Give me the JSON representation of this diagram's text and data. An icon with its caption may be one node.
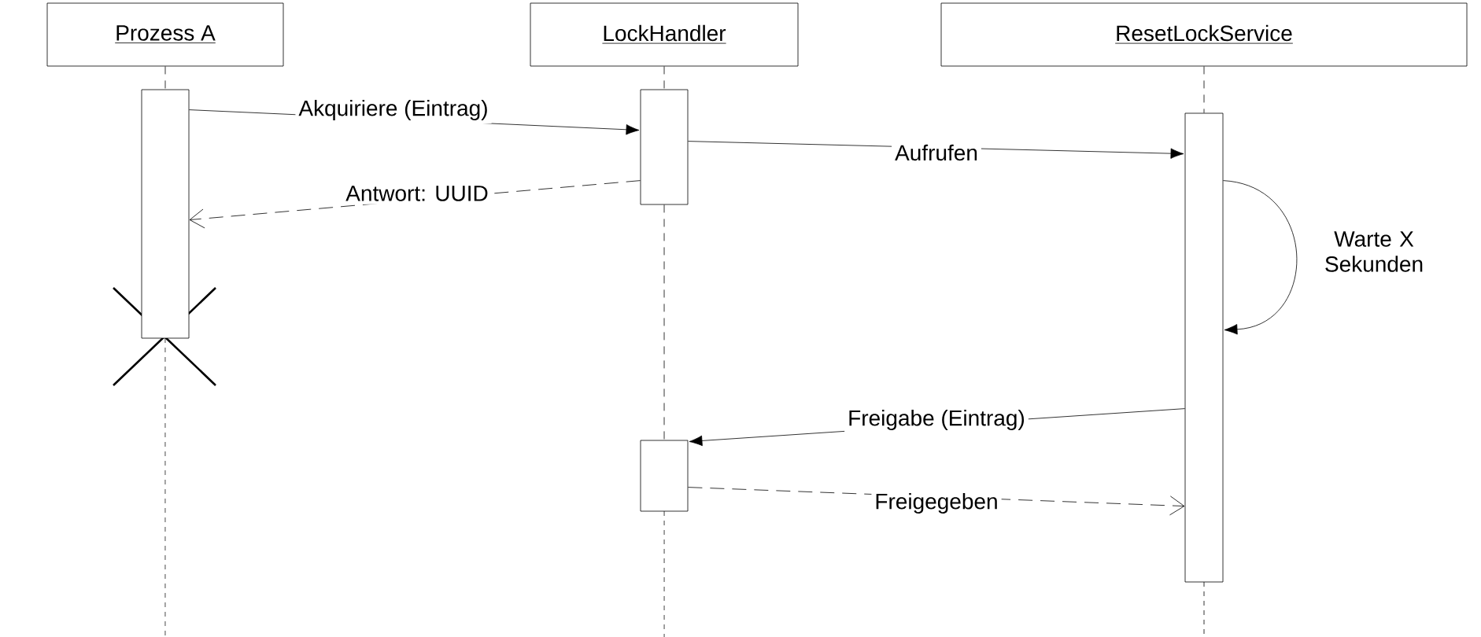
{
  "diagram": {
    "nodes": [
      {
        "text": [
          "Prozess A"
        ]
      },
      {
        "text": [
          "LockHandler"
        ]
      },
      {
        "text": [
          "ResetLockService"
        ]
      },
      {
        "text": [],
        "shape": "bar"
      },
      {
        "text": [],
        "shape": "bar"
      },
      {
        "text": [],
        "shape": "bar"
      },
      {
        "text": [],
        "shape": "bar"
      }
    ],
    "edges": [
      {
        "from": 3,
        "to": 4,
        "arrow": "to",
        "label": "Akquiriere (Eintrag)"
      },
      {
        "from": 4,
        "to": 3,
        "arrow": "to",
        "label": "Antwort: UUID",
        "style": "dashed"
      },
      {
        "from": 4,
        "to": 5,
        "arrow": "to",
        "label": "Aufrufen"
      },
      {
        "from": 5,
        "to": 5,
        "arrow": "to",
        "label": "Warte X Sekunden"
      },
      {
        "from": 5,
        "to": 6,
        "arrow": "to",
        "label": "Freigabe (Eintrag)"
      },
      {
        "from": 6,
        "to": 5,
        "arrow": "to",
        "label": "Freigegeben",
        "style": "dashed"
      },
      {
        "from": 0,
        "to": 3,
        "arrow": "none",
        "style": "dashed"
      },
      {
        "from": 1,
        "to": 4,
        "arrow": "none",
        "style": "dashed"
      },
      {
        "from": 2,
        "to": 5,
        "arrow": "none",
        "style": "dashed"
      },
      {
        "from": 4,
        "to": 6,
        "arrow": "none",
        "style": "dashed"
      }
    ]
  }
}
